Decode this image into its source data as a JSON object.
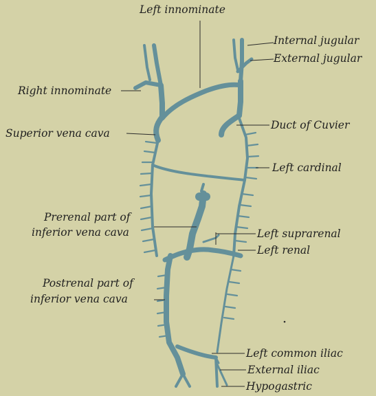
{
  "colors": {
    "background": "#d4d2a7",
    "vein": "#64909a",
    "text": "#1f1f1f"
  },
  "labels": {
    "left_innominate": "Left innominate",
    "internal_jugular": "Internal jugular",
    "external_jugular": "External jugular",
    "right_innominate": "Right innominate",
    "superior_vena_cava": "Superior vena cava",
    "duct_of_cuvier": "Duct of Cuvier",
    "left_cardinal": "Left cardinal",
    "prerenal_line1": "Prerenal part of",
    "prerenal_line2": "inferior vena cava",
    "left_suprarenal": "Left suprarenal",
    "left_renal": "Left renal",
    "postrenal_line1": "Postrenal part of",
    "postrenal_line2": "inferior vena cava",
    "left_common_iliac": "Left common iliac",
    "external_iliac": "External iliac",
    "hypogastric": "Hypogastric"
  }
}
